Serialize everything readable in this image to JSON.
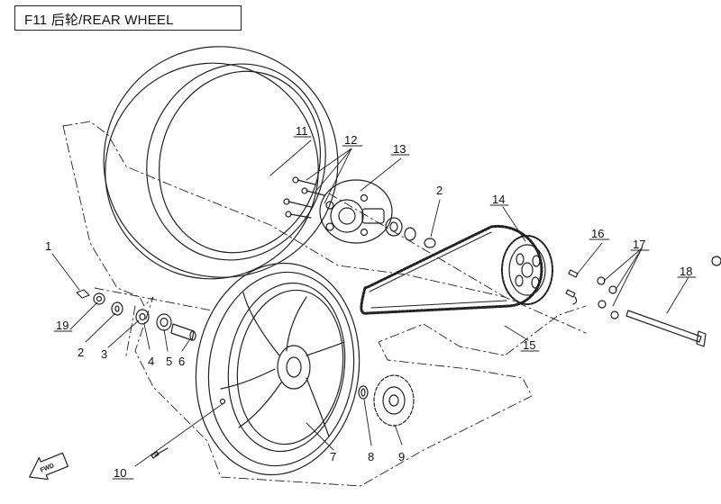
{
  "title": "F11  后轮/REAR WHEEL",
  "callouts": [
    {
      "id": "c1",
      "label": "1"
    },
    {
      "id": "c2a",
      "label": "2"
    },
    {
      "id": "c2b",
      "label": "2"
    },
    {
      "id": "c3",
      "label": "3"
    },
    {
      "id": "c4",
      "label": "4"
    },
    {
      "id": "c5",
      "label": "5"
    },
    {
      "id": "c6",
      "label": "6"
    },
    {
      "id": "c7",
      "label": "7"
    },
    {
      "id": "c8",
      "label": "8"
    },
    {
      "id": "c9",
      "label": "9"
    },
    {
      "id": "c10",
      "label": "10"
    },
    {
      "id": "c11",
      "label": "11"
    },
    {
      "id": "c12",
      "label": "12"
    },
    {
      "id": "c13",
      "label": "13"
    },
    {
      "id": "c14",
      "label": "14"
    },
    {
      "id": "c15",
      "label": "15"
    },
    {
      "id": "c16",
      "label": "16"
    },
    {
      "id": "c17",
      "label": "17"
    },
    {
      "id": "c18",
      "label": "18"
    },
    {
      "id": "c19",
      "label": "19"
    }
  ],
  "fwd_label": "FWD",
  "colors": {
    "line": "#222222",
    "background": "#ffffff"
  }
}
